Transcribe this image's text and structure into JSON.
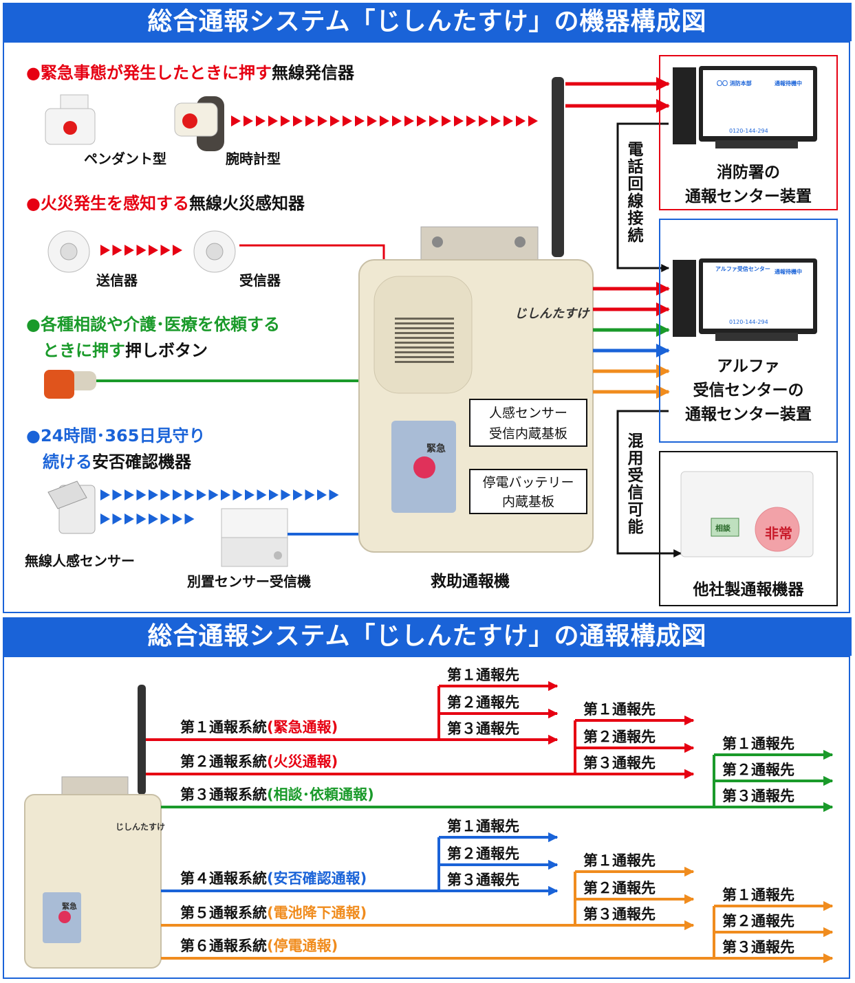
{
  "section1_title": "総合通報システム「じしんたすけ」の機器構成図",
  "section2_title": "総合通報システム「じしんたすけ」の通報構成図",
  "groups": [
    {
      "colored": "緊急事態が発生したときに押す",
      "plain": "無線発信器",
      "color": "#e60012"
    },
    {
      "colored": "火災発生を感知する",
      "plain": "無線火災感知器",
      "color": "#e60012"
    },
    {
      "colored1": "各種相談や介護･医療を依頼する",
      "colored2": "ときに押す",
      "plain": "押しボタン",
      "color": "#1a9a2a"
    },
    {
      "colored1": "24時間･365日見守り",
      "colored2": "続ける",
      "plain": "安否確認機器",
      "color": "#1a63d8"
    }
  ],
  "captions": {
    "pendant": "ペンダント型",
    "wrist": "腕時計型",
    "transmitter": "送信器",
    "receiver": "受信器",
    "motion_sensor": "無線人感センサー",
    "separate_receiver": "別置センサー受信機",
    "main_unit": "救助通報機"
  },
  "device_brand": "じしんたすけ",
  "emergency_label": "緊急",
  "board1": [
    "人感センサー",
    "受信内蔵基板"
  ],
  "board2": [
    "停電バッテリー",
    "内蔵基板"
  ],
  "phone_line": "電話回線接続",
  "mixed_reception": "混用受信可能",
  "centers": {
    "fire": [
      "消防署の",
      "通報センター装置"
    ],
    "alpha": [
      "アルファ",
      "受信センターの",
      "通報センター装置"
    ],
    "other": "他社製通報機器"
  },
  "screens": {
    "fire_header": "〇〇 消防本部",
    "alpha_header": "アルファ受信センター",
    "status": "通報待機中",
    "phone_no": "0120-144-294"
  },
  "other_device": {
    "consult": "相談",
    "emergency": "非常"
  },
  "systems": [
    {
      "name": "第１通報系統",
      "type": "(緊急通報)",
      "color": "#e60012"
    },
    {
      "name": "第２通報系統",
      "type": "(火災通報)",
      "color": "#e60012"
    },
    {
      "name": "第３通報系統",
      "type": "(相談･依頼通報)",
      "color": "#1a9a2a"
    },
    {
      "name": "第４通報系統",
      "type": "(安否確認通報)",
      "color": "#1a63d8"
    },
    {
      "name": "第５通報系統",
      "type": "(電池降下通報)",
      "color": "#f08c1e"
    },
    {
      "name": "第６通報系統",
      "type": "(停電通報)",
      "color": "#f08c1e"
    }
  ],
  "destinations": [
    "第１通報先",
    "第２通報先",
    "第３通報先"
  ],
  "colors": {
    "red": "#e60012",
    "green": "#1a9a2a",
    "blue": "#1a63d8",
    "orange": "#f08c1e",
    "banner": "#1a63d8"
  }
}
